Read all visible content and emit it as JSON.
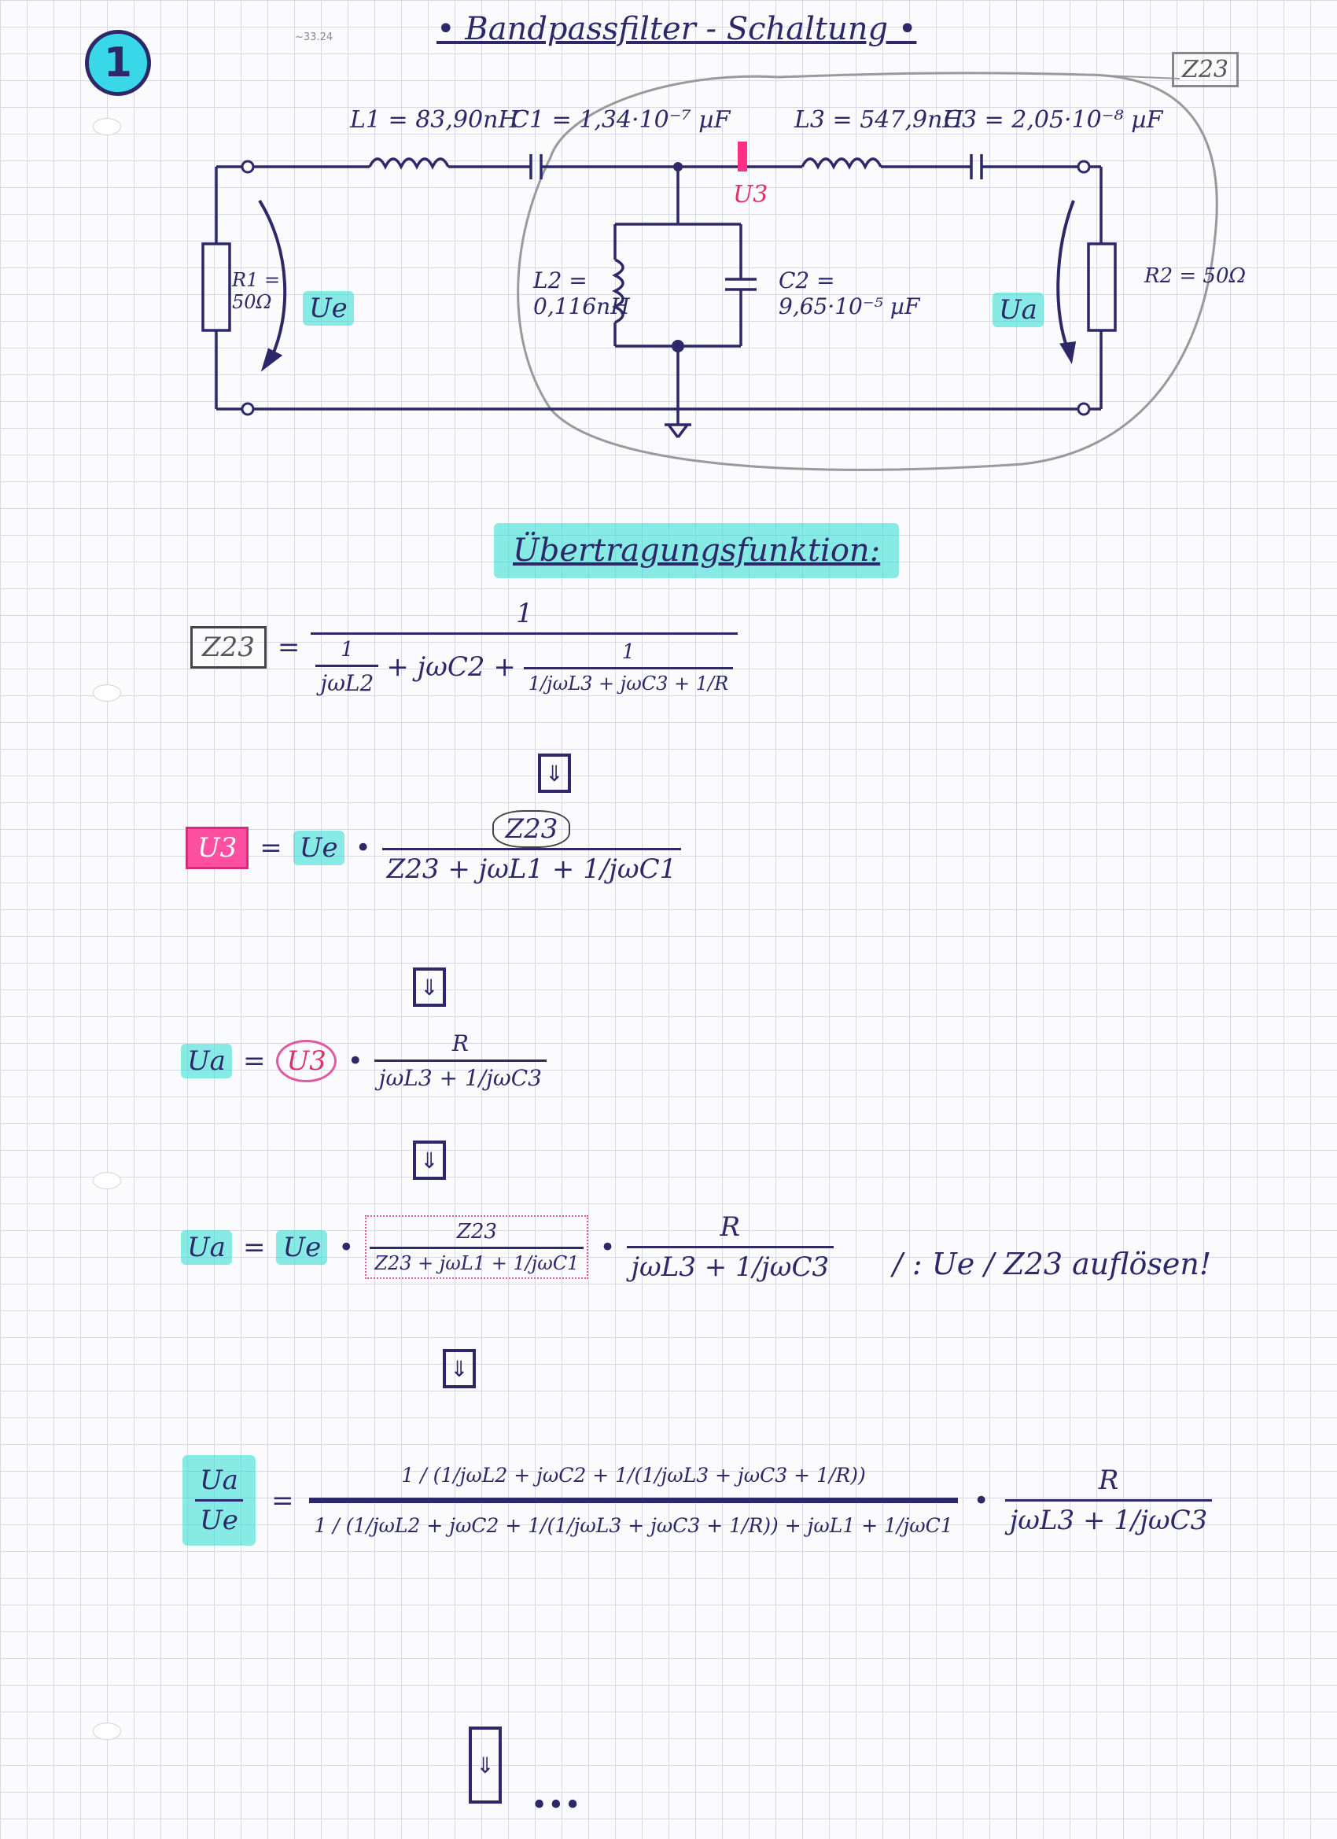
{
  "page": {
    "number": "1",
    "title": "• Bandpassfilter - Schaltung •",
    "corner_note": "~33.24"
  },
  "circuit": {
    "L1": "L1 = 83,90nH",
    "C1": "C1 = 1,34·10⁻⁷ µF",
    "L3": "L3 = 547,9nH",
    "C3": "C3 = 2,05·10⁻⁸ µF",
    "L2": "L2 = 0,116nH",
    "C2": "C2 = 9,65·10⁻⁵ µF",
    "R1": "R1 = 50Ω",
    "R2": "R2 = 50Ω",
    "Ue": "Ue",
    "Ua": "Ua",
    "U3": "U3",
    "Z23": "Z23"
  },
  "section_title": "Übertragungsfunktion:",
  "equations": {
    "z23_label": "Z23",
    "z23_num": "1",
    "z23_den_a": "1",
    "z23_den_a_sub": "jωL2",
    "z23_den_mid": "+ jωC2 +",
    "z23_den_b_num": "1",
    "z23_den_b_den": "1/jωL3 + jωC3 + 1/R",
    "u3_label": "U3",
    "u3_ue": "Ue",
    "u3_num": "Z23",
    "u3_den": "Z23 + jωL1 + 1/jωC1",
    "ua_label": "Ua",
    "ua_u3": "U3",
    "ua_num": "R",
    "ua_den": "jωL3 + 1/jωC3",
    "ua2_label": "Ua",
    "ua2_ue": "Ue",
    "ua2_frac1_num": "Z23",
    "ua2_frac1_den": "Z23 + jωL1 + 1/jωC1",
    "ua2_frac2_num": "R",
    "ua2_frac2_den": "jωL3 + 1/jωC3",
    "note": "/ : Ue / Z23 auflösen!",
    "final_lhs_num": "Ua",
    "final_lhs_den": "Ue",
    "final_top": "1 / (1/jωL2 + jωC2 + 1/(1/jωL3 + jωC3 + 1/R))",
    "final_bottom": "1 / (1/jωL2 + jωC2 + 1/(1/jωL3 + jωC3 + 1/R)) + jωL1 + 1/jωC1",
    "final_right_num": "R",
    "final_right_den": "jωL3 + 1/jωC3",
    "continue": "•••"
  },
  "arrow_symbol": "⇓"
}
